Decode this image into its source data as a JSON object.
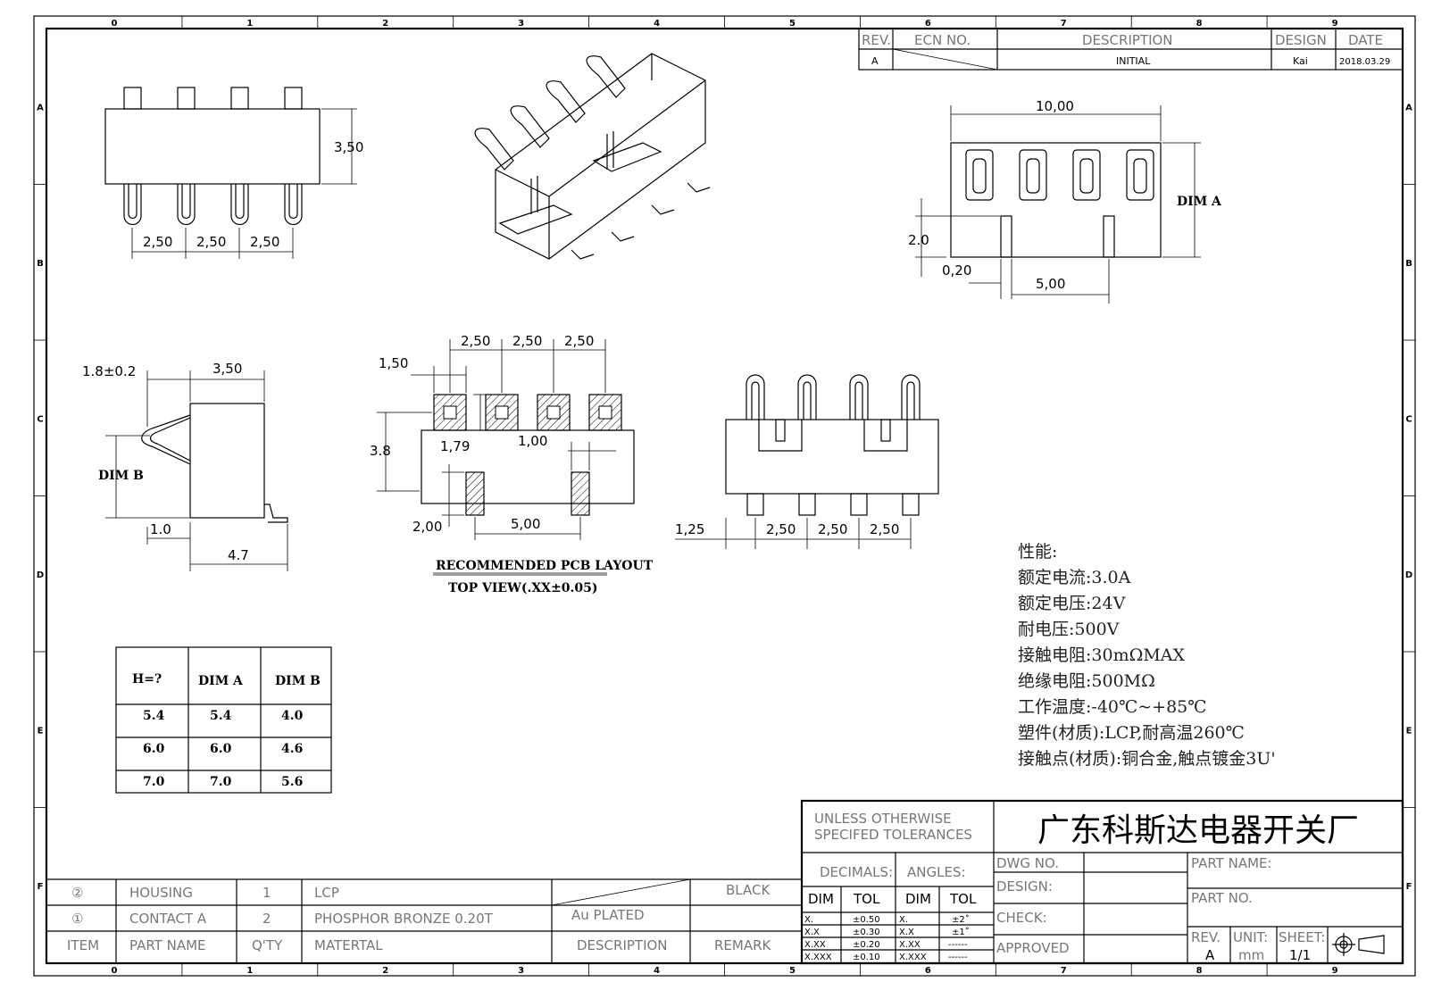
{
  "grid": {
    "cols": [
      "0",
      "1",
      "2",
      "3",
      "4",
      "5",
      "6",
      "7",
      "8",
      "9"
    ],
    "rows": [
      "A",
      "B",
      "C",
      "D",
      "E",
      "F"
    ]
  },
  "revision_block": {
    "headers": {
      "rev": "REV.",
      "ecn": "ECN NO.",
      "description": "DESCRIPTION",
      "design": "DESIGN",
      "date": "DATE"
    },
    "row": {
      "rev": "A",
      "description": "INITIAL",
      "design": "Kai",
      "date": "2018.03.29"
    }
  },
  "dimensions": {
    "top_view": {
      "height": "3,50",
      "pitch1": "2,50",
      "pitch2": "2,50",
      "pitch3": "2,50"
    },
    "front_view": {
      "width": "10,00",
      "dim_a": "DIM A",
      "pin_h": "2.0",
      "pin_w": "0,20",
      "pin_gap": "5,00"
    },
    "side_view": {
      "offset": "1.8±0.2",
      "depth": "3,50",
      "dim_b": "DIM B",
      "foot": "1.0",
      "total": "4.7"
    },
    "pcb": {
      "p1": "2,50",
      "p2": "2,50",
      "p3": "2,50",
      "pad_w": "1,50",
      "height": "3.8",
      "pad_h": "1,79",
      "post_w": "1,00",
      "post_h": "2,00",
      "post_gap": "5,00",
      "caption1": "RECOMMENDED PCB LAYOUT",
      "caption2": "TOP VIEW(.XX±0.05)"
    },
    "rear_view": {
      "edge": "1,25",
      "p1": "2,50",
      "p2": "2,50",
      "p3": "2,50"
    }
  },
  "dim_table": {
    "headers": [
      "H=?",
      "DIM A",
      "DIM B"
    ],
    "rows": [
      [
        "5.4",
        "5.4",
        "4.0"
      ],
      [
        "6.0",
        "6.0",
        "4.6"
      ],
      [
        "7.0",
        "7.0",
        "5.6"
      ]
    ]
  },
  "specs": {
    "title": "性能:",
    "lines": [
      "额定电流:3.0A",
      "额定电压:24V",
      "耐电压:500V",
      "接触电阻:30mΩMAX",
      "绝缘电阻:500MΩ",
      "工作温度:-40℃~+85℃",
      "塑件(材质):LCP,耐高温260℃",
      "接触点(材质):铜合金,触点镀金3U'"
    ]
  },
  "bom": {
    "rows": [
      {
        "item": "②",
        "part": "HOUSING",
        "qty": "1",
        "material": "LCP",
        "desc": "",
        "remark": "BLACK"
      },
      {
        "item": "①",
        "part": "CONTACT A",
        "qty": "2",
        "material": "PHOSPHOR BRONZE 0.20T",
        "desc": "Au PLATED",
        "remark": ""
      }
    ],
    "headers": {
      "item": "ITEM",
      "part": "PART NAME",
      "qty": "Q'TY",
      "material": "MATERTAL",
      "desc": "DESCRIPTION",
      "remark": "REMARK"
    }
  },
  "title_block": {
    "tol_line1": "UNLESS OTHERWISE",
    "tol_line2": "SPECIFED TOLERANCES",
    "company": "广东科斯达电器开关厂",
    "decimals": "DECIMALS:",
    "angles": "ANGLES:",
    "dim": "DIM",
    "tol": "TOL",
    "dec_rows": [
      [
        "X.",
        "±0.50"
      ],
      [
        "X.X",
        "±0.30"
      ],
      [
        "X.XX",
        "±0.20"
      ],
      [
        "X.XXX",
        "±0.10"
      ]
    ],
    "ang_rows": [
      [
        "X.",
        "±2˚"
      ],
      [
        "X.X",
        "±1˚"
      ],
      [
        "X.XX",
        "------"
      ],
      [
        "X.XXX",
        "------"
      ]
    ],
    "dwg_no": "DWG NO.",
    "design": "DESIGN:",
    "check": "CHECK:",
    "approved": "APPROVED",
    "part_name": "PART NAME:",
    "part_no": "PART NO.",
    "rev_label": "REV.",
    "rev_value": "A",
    "unit_label": "UNIT:",
    "unit_value": "mm",
    "sheet_label": "SHEET:",
    "sheet_value": "1/1"
  }
}
